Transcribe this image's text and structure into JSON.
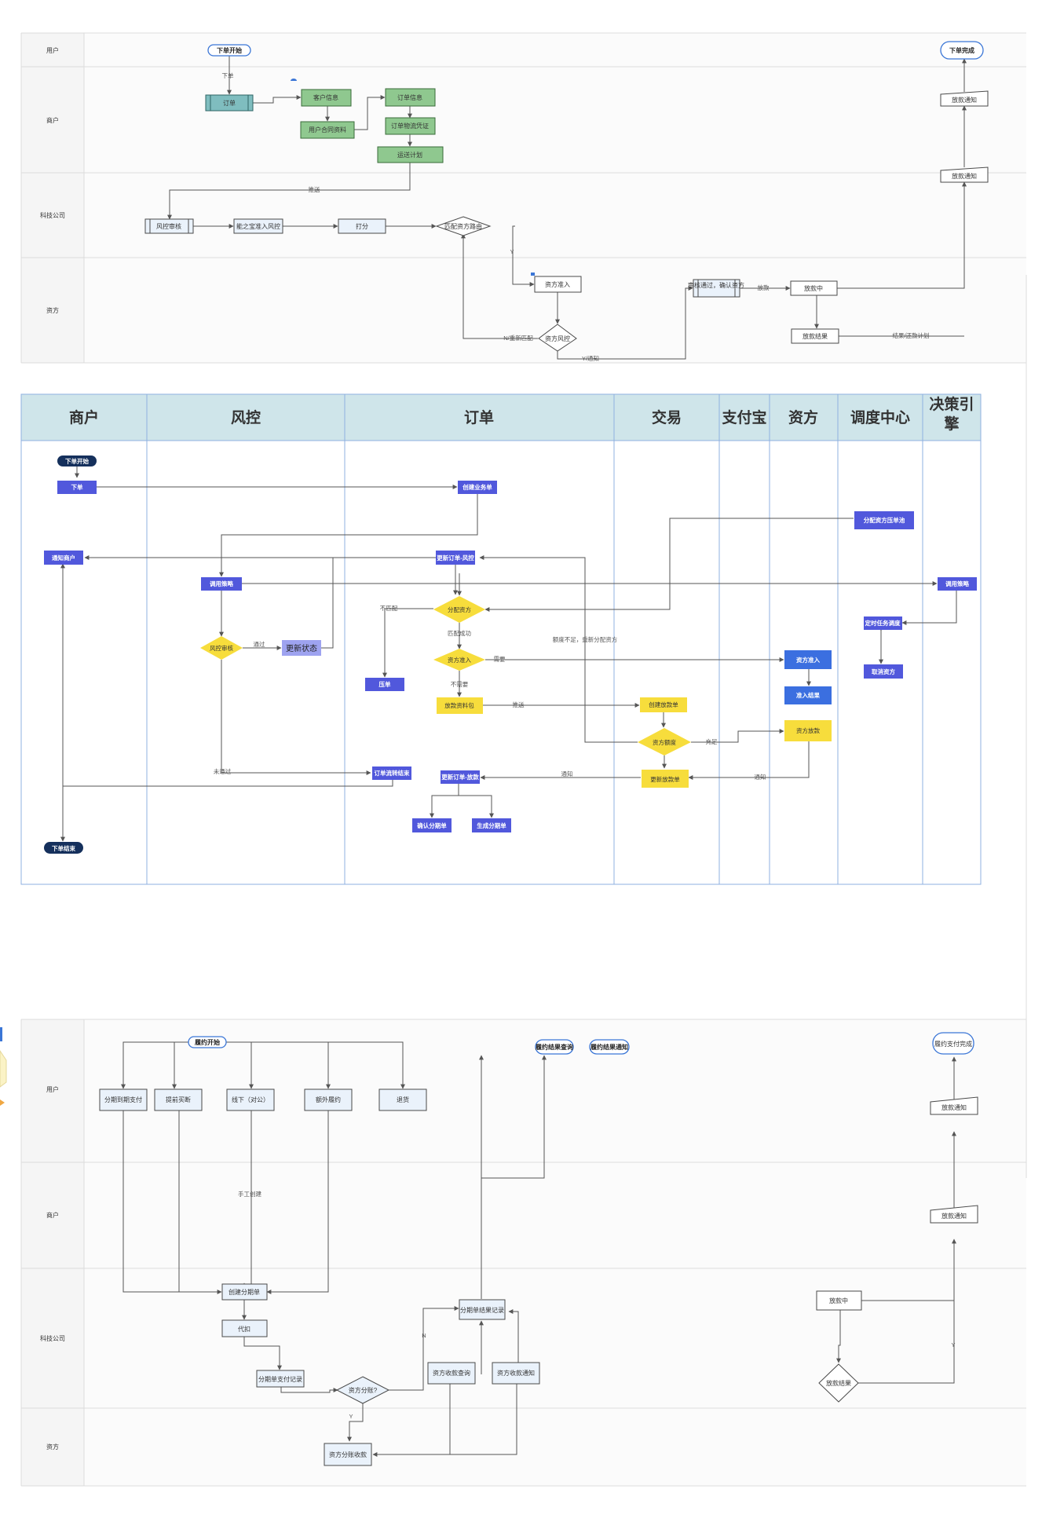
{
  "diagram1": {
    "lanes": [
      "用户",
      "商户",
      "科技公司",
      "资方"
    ],
    "nodes": {
      "start": "下单开始",
      "order": "订单",
      "customer_info": "客户信息",
      "user_contract": "用户合同资料",
      "order_info": "订单信息",
      "order_logistics": "订单物流凭证",
      "ship_plan": "运送计划",
      "risk_review": "风控审核",
      "capital_risk": "能之宝准入风控",
      "scoring": "打分",
      "match_route": "匹配资方路由",
      "capital_access": "资方准入",
      "capital_risk_check": "资方风控",
      "review_pass": "审核通过，确认资方",
      "loan_mid": "放款中",
      "loan_done": "放款结果",
      "loan_notify_1": "放款通知",
      "loan_notify_2": "放款通知",
      "order_done": "下单完成"
    },
    "edge_labels": {
      "place": "下单",
      "push": "推送",
      "yes": "Y",
      "no_rematch": "N/重新匹配",
      "yes_notify": "Y/通知",
      "lend": "放款",
      "result_plan": "结果/还款计划"
    }
  },
  "diagram2": {
    "columns": [
      "商户",
      "风控",
      "订单",
      "交易",
      "支付宝",
      "资方",
      "调度中心",
      "决策引擎"
    ],
    "nodes": {
      "start": "下单开始",
      "place_order": "下单",
      "create_order": "创建业务单",
      "notify_merchant": "通知商户",
      "update_order_risk": "更新订单-风控",
      "call_strategy_1": "调用策略",
      "call_strategy_2": "调用策略",
      "risk_review": "风控审核",
      "update_status": "更新状态",
      "assign_capital": "分配资方",
      "capital_access": "资方准入",
      "capital_access_2": "资方准入",
      "access_result": "准入结果",
      "pending": "压单",
      "loan_materials": "放款资料包",
      "create_loan_order": "创建放款单",
      "capital_quota": "资方额度",
      "capital_loan": "资方放款",
      "update_loan_order": "更新放款单",
      "update_order_loan": "更新订单-放款",
      "order_close": "订单流转结束",
      "confirm_split": "确认分期单",
      "gen_split": "生成分期单",
      "end": "下单结束",
      "dispatch_queue": "分配资方压单池",
      "schedule_task": "定时任务调度",
      "dispatch_assign": "取消资方"
    },
    "edge_labels": {
      "pass": "通过",
      "fail": "未通过",
      "mismatch": "不匹配",
      "match_ok": "匹配成功",
      "need": "需要",
      "not_need": "不需要",
      "push": "推送",
      "insufficient": "额度不足，重新分配资方",
      "sufficient": "充足",
      "notify_1": "通知",
      "notify_2": "通知"
    }
  },
  "diagram3": {
    "lanes": [
      "用户",
      "商户",
      "科技公司",
      "资方"
    ],
    "nodes": {
      "start": "履约开始",
      "repay_on_time": "分期到期支付",
      "early_repay": "提前买断",
      "offline": "线下（对公）",
      "extra_perform": "额外履约",
      "return": "退货",
      "result_query": "履约结果查询",
      "result_notify": "履约结果通知",
      "done": "履约支付完成",
      "create_split": "创建分期单",
      "withhold": "代扣",
      "split_pay_record": "分期单支付记录",
      "capital_split": "资方分账?",
      "split_result_record": "分期单结果记录",
      "capital_collect_query": "资方收款查询",
      "capital_collect_notify": "资方收款通知",
      "capital_split_collect": "资方分账收款",
      "loan_mid": "放款中",
      "loan_result": "放款结果",
      "loan_notify_1": "放款通知",
      "loan_notify_2": "放款通知"
    },
    "edge_labels": {
      "manual_create": "手工创建",
      "no": "N",
      "yes": "Y",
      "yes2": "Y"
    }
  }
}
